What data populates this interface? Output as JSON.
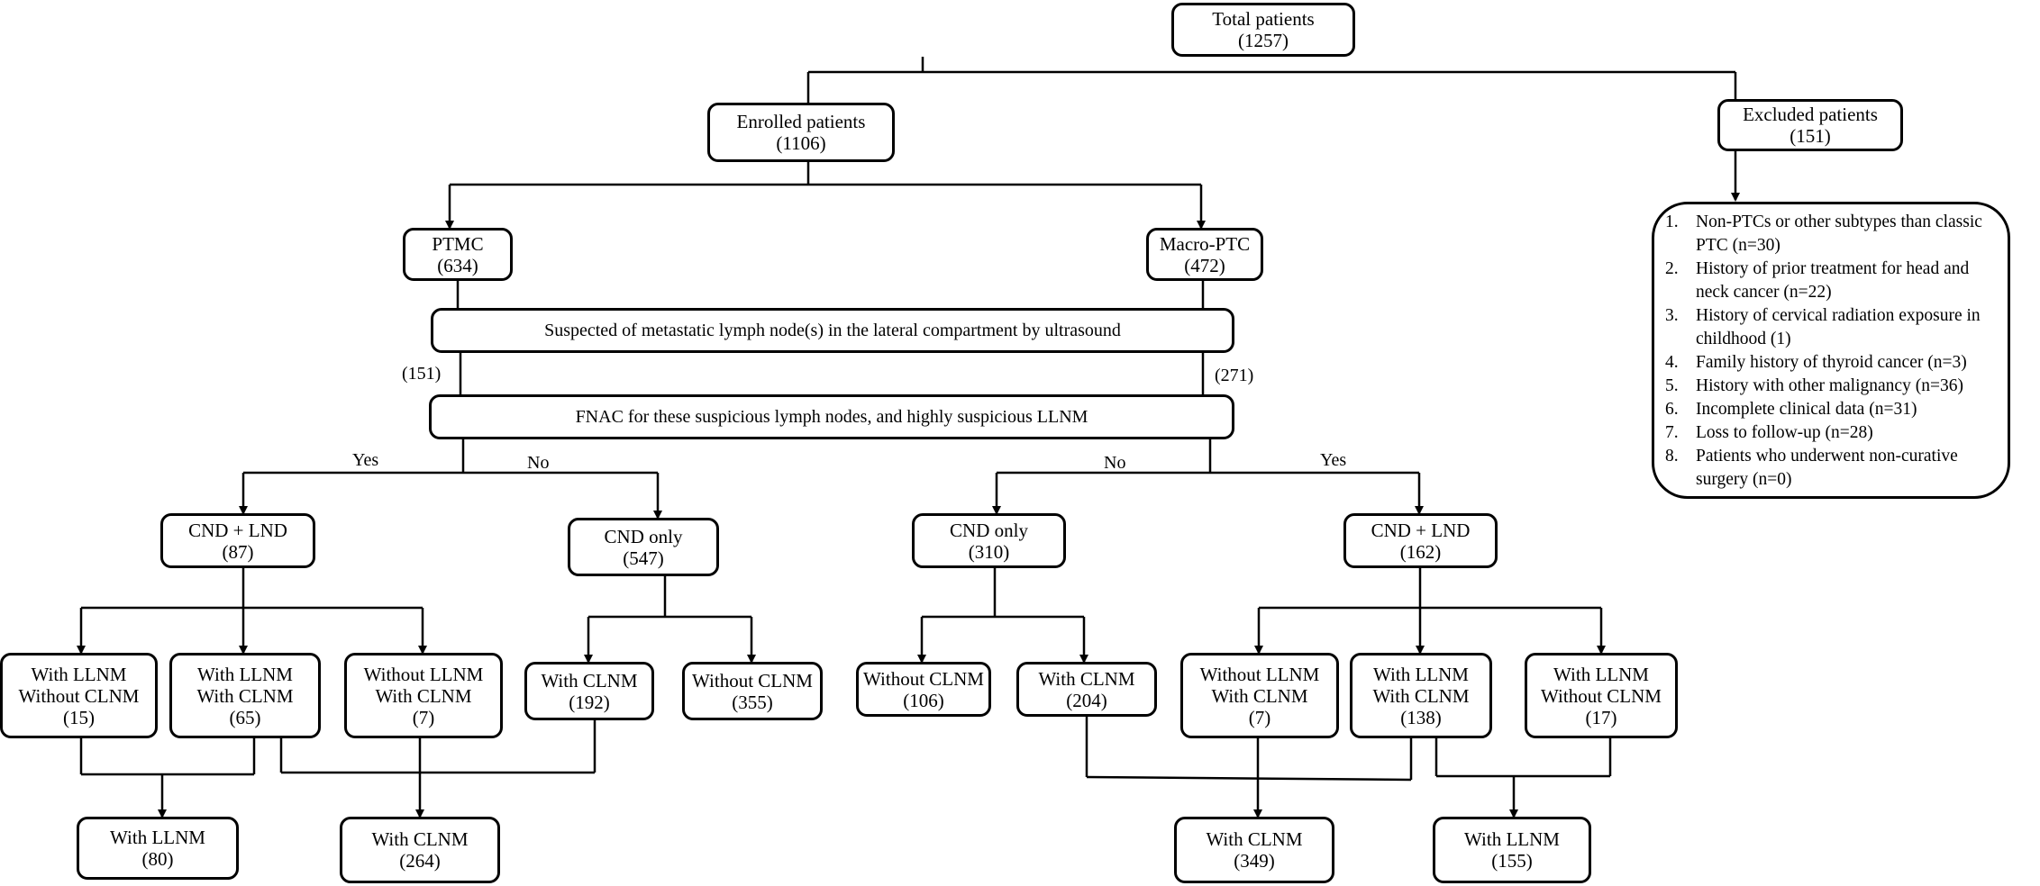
{
  "total": {
    "label": "Total  patients",
    "count": "(1257)"
  },
  "enrolled": {
    "label": "Enrolled patients",
    "count": "(1106)"
  },
  "excluded": {
    "label": "Excluded  patients",
    "count": "(151)"
  },
  "exclusion_criteria": [
    {
      "num": "1.",
      "text": "Non-PTCs or other subtypes than classic PTC (n=30)"
    },
    {
      "num": "2.",
      "text": "History of prior treatment for head and neck cancer (n=22)"
    },
    {
      "num": "3.",
      "text": "History of cervical radiation exposure in childhood (1)"
    },
    {
      "num": "4.",
      "text": "Family history of thyroid cancer (n=3)"
    },
    {
      "num": "5.",
      "text": "History with other malignancy (n=36)"
    },
    {
      "num": "6.",
      "text": "Incomplete clinical data (n=31)"
    },
    {
      "num": "7.",
      "text": "Loss to follow-up (n=28)"
    },
    {
      "num": "8.",
      "text": "Patients who underwent non-curative surgery (n=0)"
    }
  ],
  "ptmc": {
    "label": "PTMC",
    "count": "(634)"
  },
  "macro": {
    "label": "Macro-PTC",
    "count": "(472)"
  },
  "ultrasound": {
    "label": "Suspected of metastatic lymph node(s) in the lateral compartment by ultrasound"
  },
  "fnac": {
    "label": "FNAC for these suspicious lymph nodes, and highly suspicious LLNM"
  },
  "side_counts": {
    "left": "(151)",
    "right": "(271)"
  },
  "branch_labels": {
    "yes": "Yes",
    "no": "No"
  },
  "left": {
    "cnd_lnd": {
      "label": "CND + LND",
      "count": "(87)"
    },
    "cnd_only": {
      "label": "CND only",
      "count": "(547)"
    },
    "llnm_no_clnm": {
      "line1": "With LLNM",
      "line2": "Without CLNM",
      "count": "(15)"
    },
    "llnm_clnm": {
      "line1": "With LLNM",
      "line2": "With CLNM",
      "count": "(65)"
    },
    "no_llnm_clnm": {
      "line1": "Without LLNM",
      "line2": "With CLNM",
      "count": "(7)"
    },
    "with_clnm": {
      "label": "With CLNM",
      "count": "(192)"
    },
    "without_clnm": {
      "label": "Without CLNM",
      "count": "(355)"
    },
    "total_llnm": {
      "label": "With LLNM",
      "count": "(80)"
    },
    "total_clnm": {
      "label": "With CLNM",
      "count": "(264)"
    }
  },
  "right": {
    "cnd_only": {
      "label": "CND only",
      "count": "(310)"
    },
    "cnd_lnd": {
      "label": "CND + LND",
      "count": "(162)"
    },
    "without_clnm": {
      "label": "Without CLNM",
      "count": "(106)"
    },
    "with_clnm": {
      "label": "With CLNM",
      "count": "(204)"
    },
    "no_llnm_clnm": {
      "line1": "Without LLNM",
      "line2": "With CLNM",
      "count": "(7)"
    },
    "llnm_clnm": {
      "line1": "With LLNM",
      "line2": "With CLNM",
      "count": "(138)"
    },
    "llnm_no_clnm": {
      "line1": "With LLNM",
      "line2": "Without CLNM",
      "count": "(17)"
    },
    "total_clnm": {
      "label": "With CLNM",
      "count": "(349)"
    },
    "total_llnm": {
      "label": "With LLNM",
      "count": "(155)"
    }
  }
}
